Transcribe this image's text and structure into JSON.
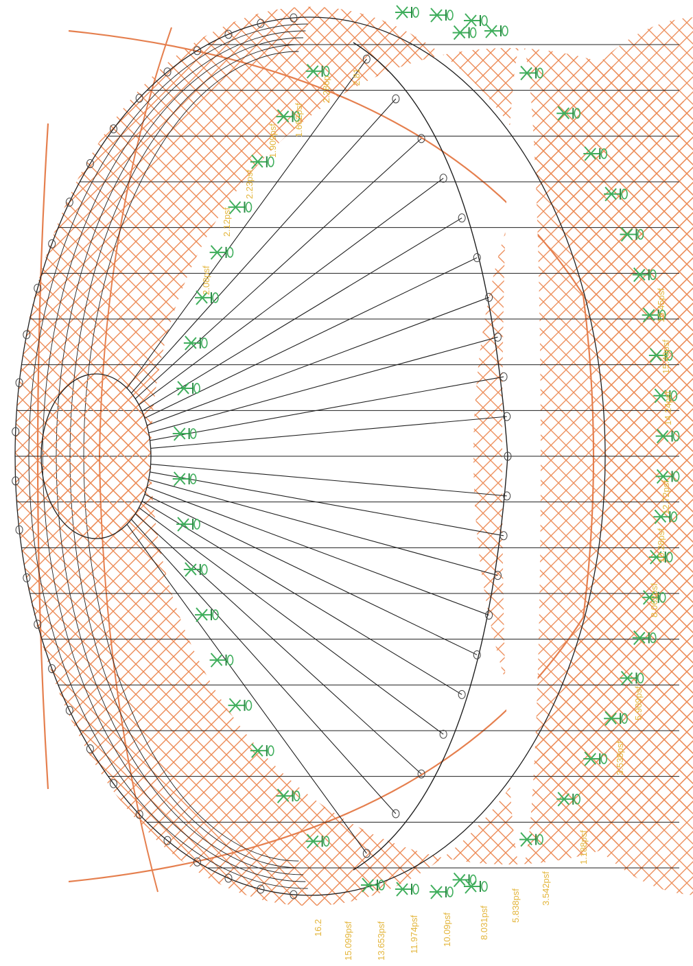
{
  "colors": {
    "hatch": "#ec8a55",
    "hatch_light": "#f2b27a",
    "frame": "#1e1e1e",
    "node": "#444444",
    "support": "#3fae5c",
    "support_dark": "#2a8a44",
    "label": "#e3b53a",
    "background": "#ffffff"
  },
  "icons": {
    "support": "pin-support-icon",
    "node": "node-circle-icon"
  },
  "load_labels_bottom": [
    "16.2",
    "15.099psf",
    "13.653psf",
    "11.974psf",
    "10.09psf",
    "8.031psf",
    "5.838psf",
    "3.542psf",
    "1.188psf"
  ],
  "load_labels_inner_upper": [
    "2.81",
    "2.286p",
    "1.662psf",
    "1.909psf",
    "2.23psf",
    "2.12psf",
    "2.08psf"
  ],
  "load_labels_outer_right": [
    "3.538psf",
    "5.909psf",
    "8.062psf",
    "10.28psf",
    "12.72psf",
    "14.24psf",
    "15.49psf",
    "16.45psf"
  ]
}
